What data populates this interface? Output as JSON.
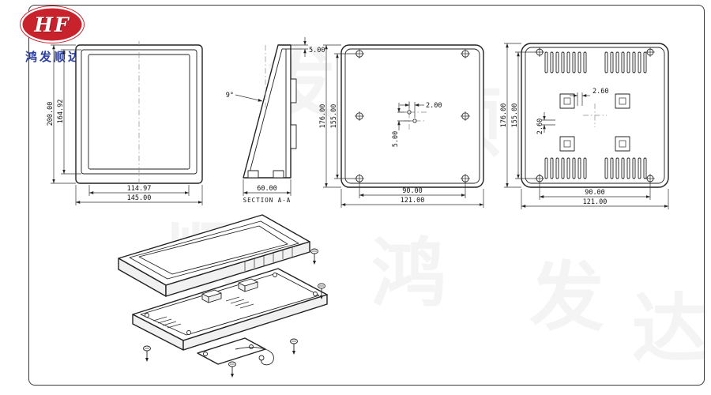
{
  "logo": {
    "brand": "HF",
    "company": "鸿发顺达"
  },
  "watermark": {
    "chars": [
      "鸿",
      "发",
      "顺",
      "达",
      "顺",
      "鸿",
      "发",
      "达"
    ]
  },
  "front_view": {
    "dim_height_outer": "200.00",
    "dim_height_inner": "164.92",
    "dim_width_inner": "114.97",
    "dim_width_outer": "145.00"
  },
  "section_view": {
    "dim_top_thickness": "5.00",
    "dim_angle": "9°",
    "dim_depth": "60.00",
    "label": "SECTION A-A"
  },
  "rear_view": {
    "dim_height_outer": "176.00",
    "dim_height_screws": "155.00",
    "dim_hole_offset_x": "2.00",
    "dim_hole_offset_y": "5.00",
    "dim_width_screws": "90.00",
    "dim_width_outer": "121.00"
  },
  "vent_view": {
    "dim_height_outer": "176.00",
    "dim_height_screws": "155.00",
    "dim_boss_offset_x": "2.60",
    "dim_boss_offset_y": "2.60",
    "dim_width_screws": "90.00",
    "dim_width_outer": "121.00"
  }
}
